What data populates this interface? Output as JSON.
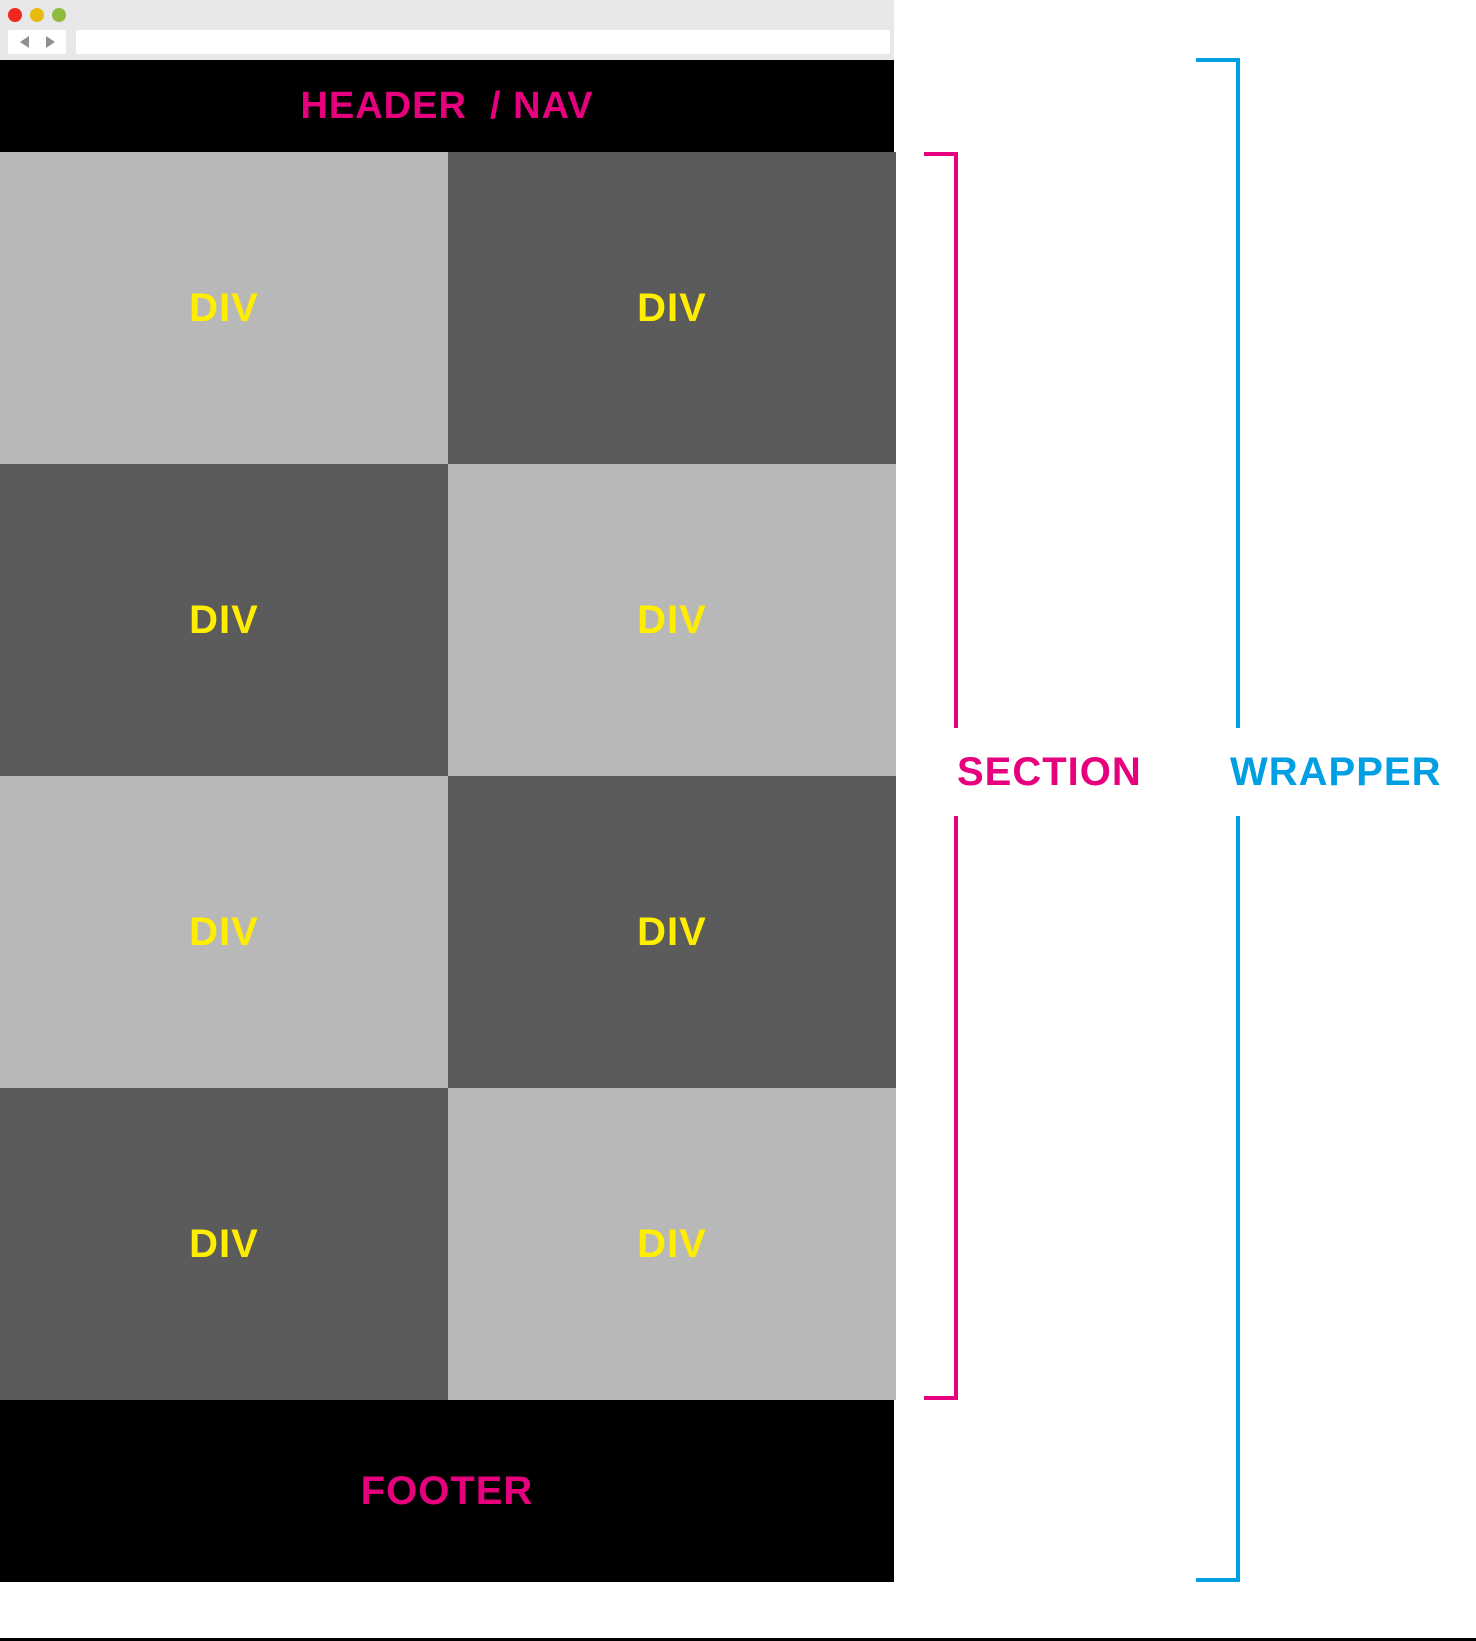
{
  "colors": {
    "header_footer_bg": "#000000",
    "div_light": "#b8b8b8",
    "div_dark": "#5b5b5b",
    "div_label": "#ffee00",
    "accent_pink": "#e6007e",
    "accent_blue": "#009fe3"
  },
  "header": {
    "label": "HEADER  / NAV"
  },
  "grid": {
    "cells": [
      {
        "label": "DIV",
        "shade": "light"
      },
      {
        "label": "DIV",
        "shade": "dark"
      },
      {
        "label": "DIV",
        "shade": "dark"
      },
      {
        "label": "DIV",
        "shade": "light"
      },
      {
        "label": "DIV",
        "shade": "light"
      },
      {
        "label": "DIV",
        "shade": "dark"
      },
      {
        "label": "DIV",
        "shade": "dark"
      },
      {
        "label": "DIV",
        "shade": "light"
      }
    ]
  },
  "footer": {
    "label": "FOOTER"
  },
  "annotations": {
    "section": "SECTION",
    "wrapper": "WRAPPER"
  }
}
